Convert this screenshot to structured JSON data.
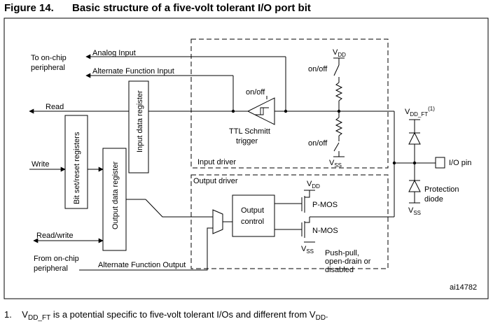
{
  "figure": {
    "number": "Figure 14.",
    "title": "Basic structure of a five-volt tolerant I/O port bit"
  },
  "labels": {
    "to_onchip_1": "To on-chip",
    "to_onchip_2": "peripheral",
    "analog_input": "Analog Input",
    "alt_function_input": "Alternate Function Input",
    "read": "Read",
    "write": "Write",
    "read_write": "Read/write",
    "from_onchip_1": "From on-chip",
    "from_onchip_2": "peripheral",
    "alt_function_output": "Alternate Function Output",
    "bit_set_reset": "Bit set/reset registers",
    "input_data_register": "Input data register",
    "output_data_register": "Output data register",
    "on_off_schmitt": "on/off",
    "ttl_schmitt_1": "TTL Schmitt",
    "ttl_schmitt_2": "trigger",
    "input_driver": "Input driver",
    "output_driver": "Output driver",
    "on_off_pullup": "on/off",
    "on_off_pulldown": "on/off",
    "vdd": "V",
    "vdd_sub": "DD",
    "vss": "V",
    "vss_sub": "SS",
    "vdd_ft": "V",
    "vdd_ft_sub": "DD_FT",
    "vdd_ft_sup": "(1)",
    "io_pin": "I/O pin",
    "protection_1": "Protection",
    "protection_2": "diode",
    "output_control_1": "Output",
    "output_control_2": "control",
    "p_mos": "P-MOS",
    "n_mos": "N-MOS",
    "push_pull_1": "Push-pull,",
    "push_pull_2": "open-drain or",
    "push_pull_3": "disabled",
    "figure_id": "ai14782"
  },
  "footnote": {
    "number": "1.",
    "v1": "V",
    "v1_sub": "DD_FT",
    "text_mid": " is a potential specific to five-volt tolerant I/Os and different from ",
    "v2": "V",
    "v2_sub": "DD",
    "text_end": "."
  }
}
